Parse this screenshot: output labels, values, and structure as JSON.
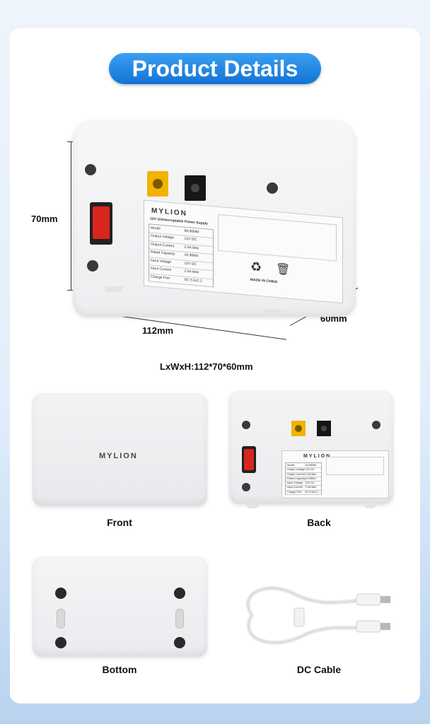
{
  "banner": {
    "title": "Product Details"
  },
  "dimensions": {
    "height": "70mm",
    "length": "112mm",
    "width": "60mm",
    "summary": "LxWxH:112*70*60mm"
  },
  "device": {
    "brand": "MYLION",
    "sticker_title": "12V Uninterruptable Power Supply",
    "specs": [
      [
        "Model",
        "ML96MM"
      ],
      [
        "Output Voltage",
        "12V DC"
      ],
      [
        "Output Current",
        "2.0A Max"
      ],
      [
        "Rated Capacity",
        "19.98Wh"
      ],
      [
        "Input Voltage",
        "12V DC"
      ],
      [
        "Input Current",
        "2.0A Max"
      ],
      [
        "Charge Port",
        "DC 5.5x2.1"
      ]
    ],
    "made_in": "MADE IN CHINA"
  },
  "views": {
    "front": "Front",
    "back": "Back",
    "bottom": "Bottom",
    "cable": "DC Cable"
  },
  "colors": {
    "accent": "#1a80e0",
    "switch_red": "#d8261c",
    "port_yellow": "#f0b400"
  }
}
